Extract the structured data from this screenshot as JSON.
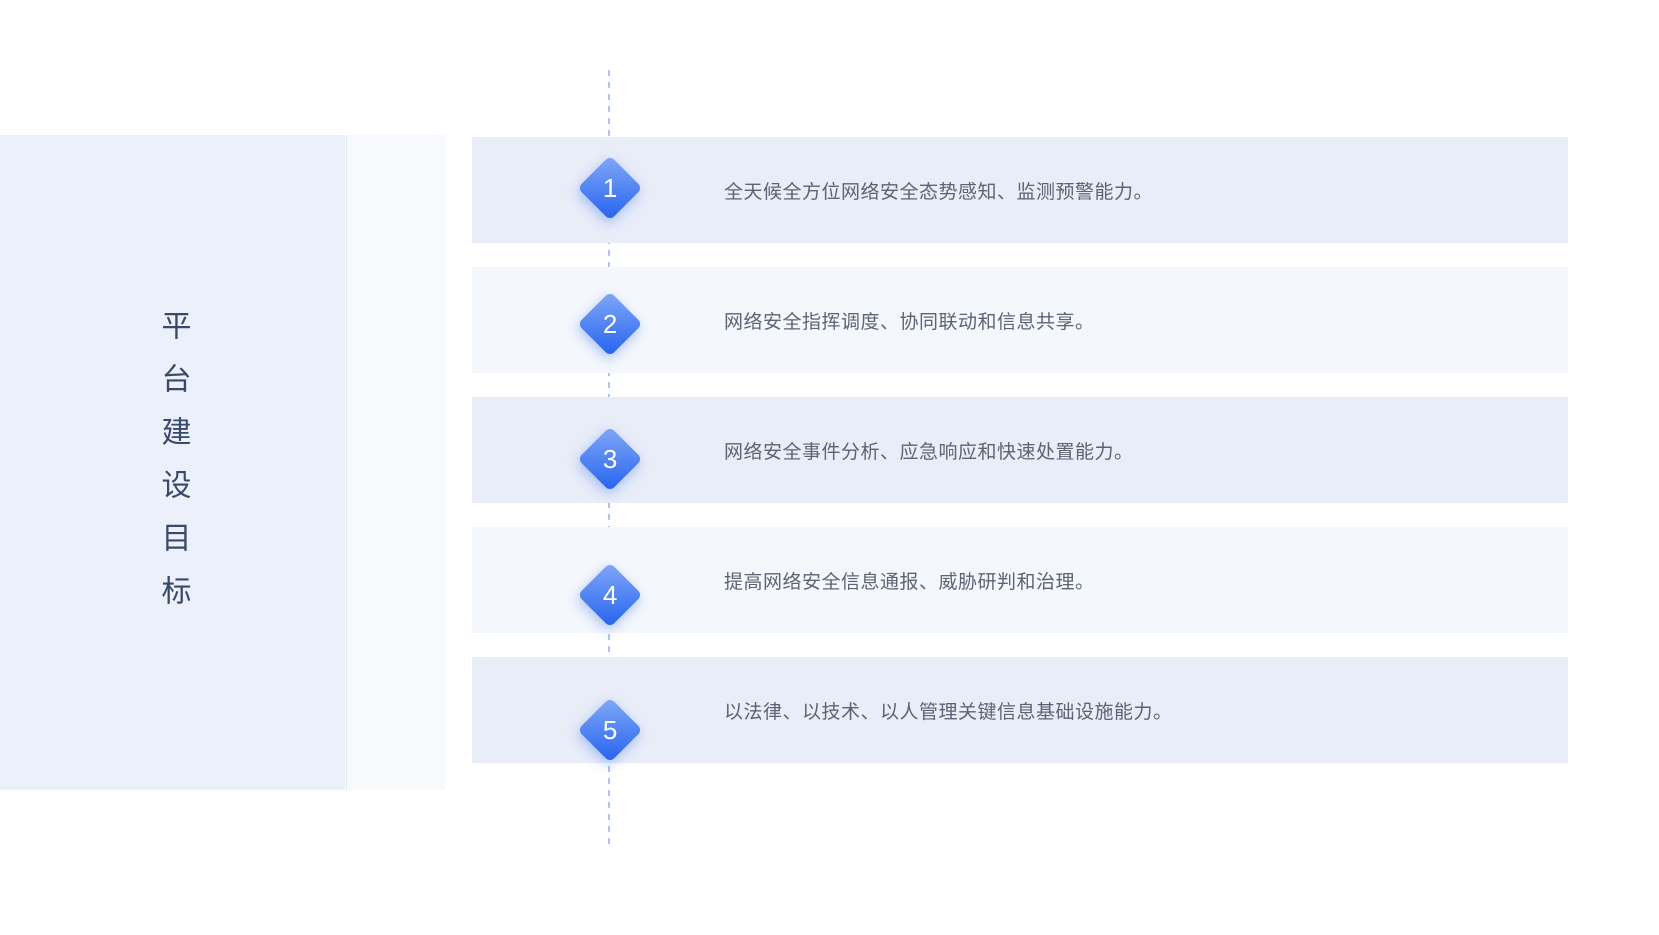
{
  "left_panel": {
    "title": "平台建设目标"
  },
  "timeline": {
    "items": [
      {
        "number": "1",
        "text": "全天候全方位网络安全态势感知、监测预警能力。"
      },
      {
        "number": "2",
        "text": "网络安全指挥调度、协同联动和信息共享。"
      },
      {
        "number": "3",
        "text": "网络安全事件分析、应急响应和快速处置能力。"
      },
      {
        "number": "4",
        "text": "提高网络安全信息通报、威胁研判和治理。"
      },
      {
        "number": "5",
        "text": "以法律、以技术、以人管理关键信息基础设施能力。"
      }
    ]
  },
  "colors": {
    "accent_gradient_start": "#82a8f8",
    "accent_gradient_end": "#2563ee",
    "row_odd_bg": "#e9edf8",
    "row_even_bg": "#f4f7fc",
    "panel_bg": "#ecf0fa",
    "panel_secondary_bg": "#f7f9fd",
    "dashed_line": "#b3c3ec",
    "title_text": "#394a68",
    "item_text": "#5c6373"
  }
}
